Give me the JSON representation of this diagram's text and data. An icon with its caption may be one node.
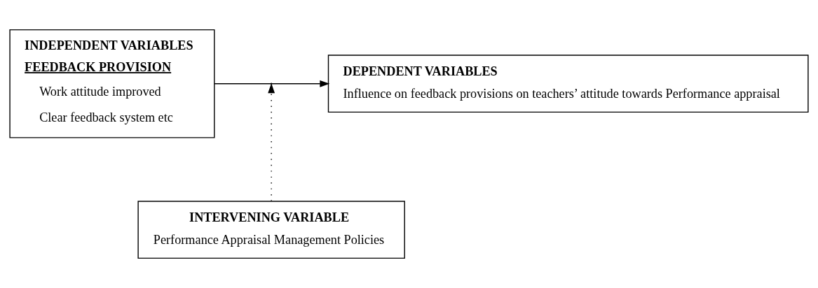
{
  "diagram": {
    "nodes": [
      {
        "text": [
          "INDEPENDENT VARIABLES",
          "FEEDBACK PROVISION",
          "Work attitude improved",
          "Clear feedback system etc"
        ]
      },
      {
        "text": [
          "DEPENDENT VARIABLES",
          "Influence on feedback provisions on teachers’ attitude towards Performance appraisal"
        ]
      },
      {
        "text": [
          "INTERVENING VARIABLE",
          "Performance Appraisal Management Policies"
        ]
      }
    ],
    "edges": [
      {
        "from": 0,
        "to": 1,
        "arrow": "to"
      },
      {
        "from": 2,
        "to": null,
        "arrow": "to",
        "style": "dashed"
      }
    ]
  }
}
